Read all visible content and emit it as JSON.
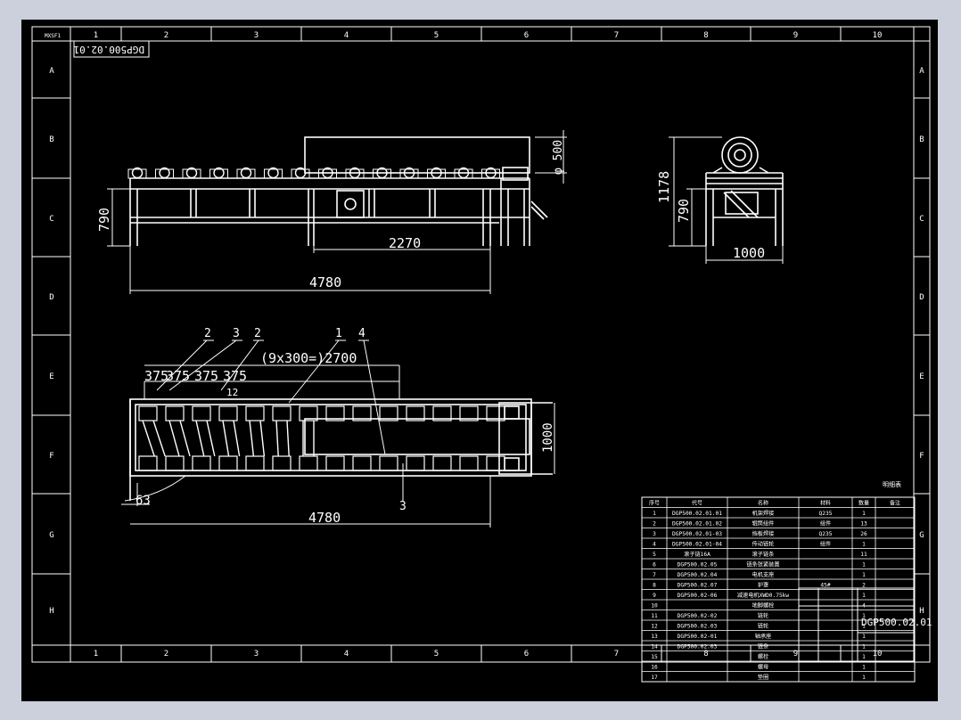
{
  "colors": {
    "background": "#ccd0dc",
    "canvas": "#000000",
    "lines": "#ffffff"
  },
  "frame": {
    "top_labels": [
      "1",
      "2",
      "3",
      "4",
      "5",
      "6",
      "7",
      "8",
      "9",
      "10"
    ],
    "bottom_labels": [
      "1",
      "2",
      "3",
      "4",
      "5",
      "6",
      "7",
      "8",
      "9",
      "10"
    ],
    "left_labels": [
      "A",
      "B",
      "C",
      "D",
      "E",
      "F",
      "G",
      "H"
    ],
    "right_labels": [
      "A",
      "B",
      "C",
      "D",
      "E",
      "F",
      "G",
      "H"
    ],
    "corner_tag": "MXSF1",
    "code_box": "DGP500.02.01"
  },
  "views": {
    "elevation": {
      "dims": {
        "length": "4780",
        "mid": "2270",
        "height": "790",
        "diameter": "φ 500"
      }
    },
    "side": {
      "dims": {
        "height_total": "1178",
        "height": "790",
        "width": "1000"
      }
    },
    "plan": {
      "dims": {
        "pitch": "(9x300=)2700",
        "a": "375",
        "b": "375",
        "c": "375",
        "d": "375",
        "small": "12",
        "width": "1000",
        "length": "4780",
        "offset": "63"
      },
      "balloons": [
        "2",
        "3",
        "2",
        "1",
        "4",
        "3"
      ]
    }
  },
  "bom": {
    "note": "明细表",
    "headers": [
      "序号",
      "代号",
      "名称",
      "材料",
      "数量",
      "备注"
    ],
    "rows": [
      {
        "no": "1",
        "code": "DGP500.02.01.01",
        "name": "机架焊接",
        "mat": "Q235",
        "qty": "1"
      },
      {
        "no": "2",
        "code": "DGP500.02.01.02",
        "name": "辊筒组件",
        "mat": "组件",
        "qty": "13"
      },
      {
        "no": "3",
        "code": "DGP500.02.01-03",
        "name": "挡板焊接",
        "mat": "Q235",
        "qty": "26"
      },
      {
        "no": "4",
        "code": "DGP500.02.01-04",
        "name": "传动链轮",
        "mat": "组件",
        "qty": "1"
      },
      {
        "no": "5",
        "code": "滚子链16A",
        "name": "滚子链条",
        "mat": "",
        "qty": "11"
      },
      {
        "no": "6",
        "code": "DGP500.02.05",
        "name": "链条张紧装置",
        "mat": "",
        "qty": "1"
      },
      {
        "no": "7",
        "code": "DGP500.02.04",
        "name": "电机支座",
        "mat": "",
        "qty": "1"
      },
      {
        "no": "8",
        "code": "DGP500.02.07",
        "name": "护罩",
        "mat": "45#",
        "qty": "2"
      },
      {
        "no": "9",
        "code": "DGP500.02-06",
        "name": "减速电机XWD0.75kw",
        "mat": "",
        "qty": "1"
      },
      {
        "no": "10",
        "code": "",
        "name": "地脚螺栓",
        "mat": "",
        "qty": "4"
      },
      {
        "no": "11",
        "code": "DGP500.02-02",
        "name": "链轮",
        "mat": "",
        "qty": "1"
      },
      {
        "no": "12",
        "code": "DGP500.02.03",
        "name": "链轮",
        "mat": "",
        "qty": "1"
      },
      {
        "no": "13",
        "code": "DGP500.02-01",
        "name": "轴承座",
        "mat": "",
        "qty": "1"
      },
      {
        "no": "14",
        "code": "DGP500.02.03",
        "name": "链条",
        "mat": "",
        "qty": "1"
      },
      {
        "no": "15",
        "code": "",
        "name": "螺栓",
        "mat": "",
        "qty": "1"
      },
      {
        "no": "16",
        "code": "",
        "name": "螺母",
        "mat": "",
        "qty": "1"
      },
      {
        "no": "17",
        "code": "",
        "name": "垫圈",
        "mat": "",
        "qty": "1"
      }
    ],
    "title_code": "DGP500.02.01"
  }
}
